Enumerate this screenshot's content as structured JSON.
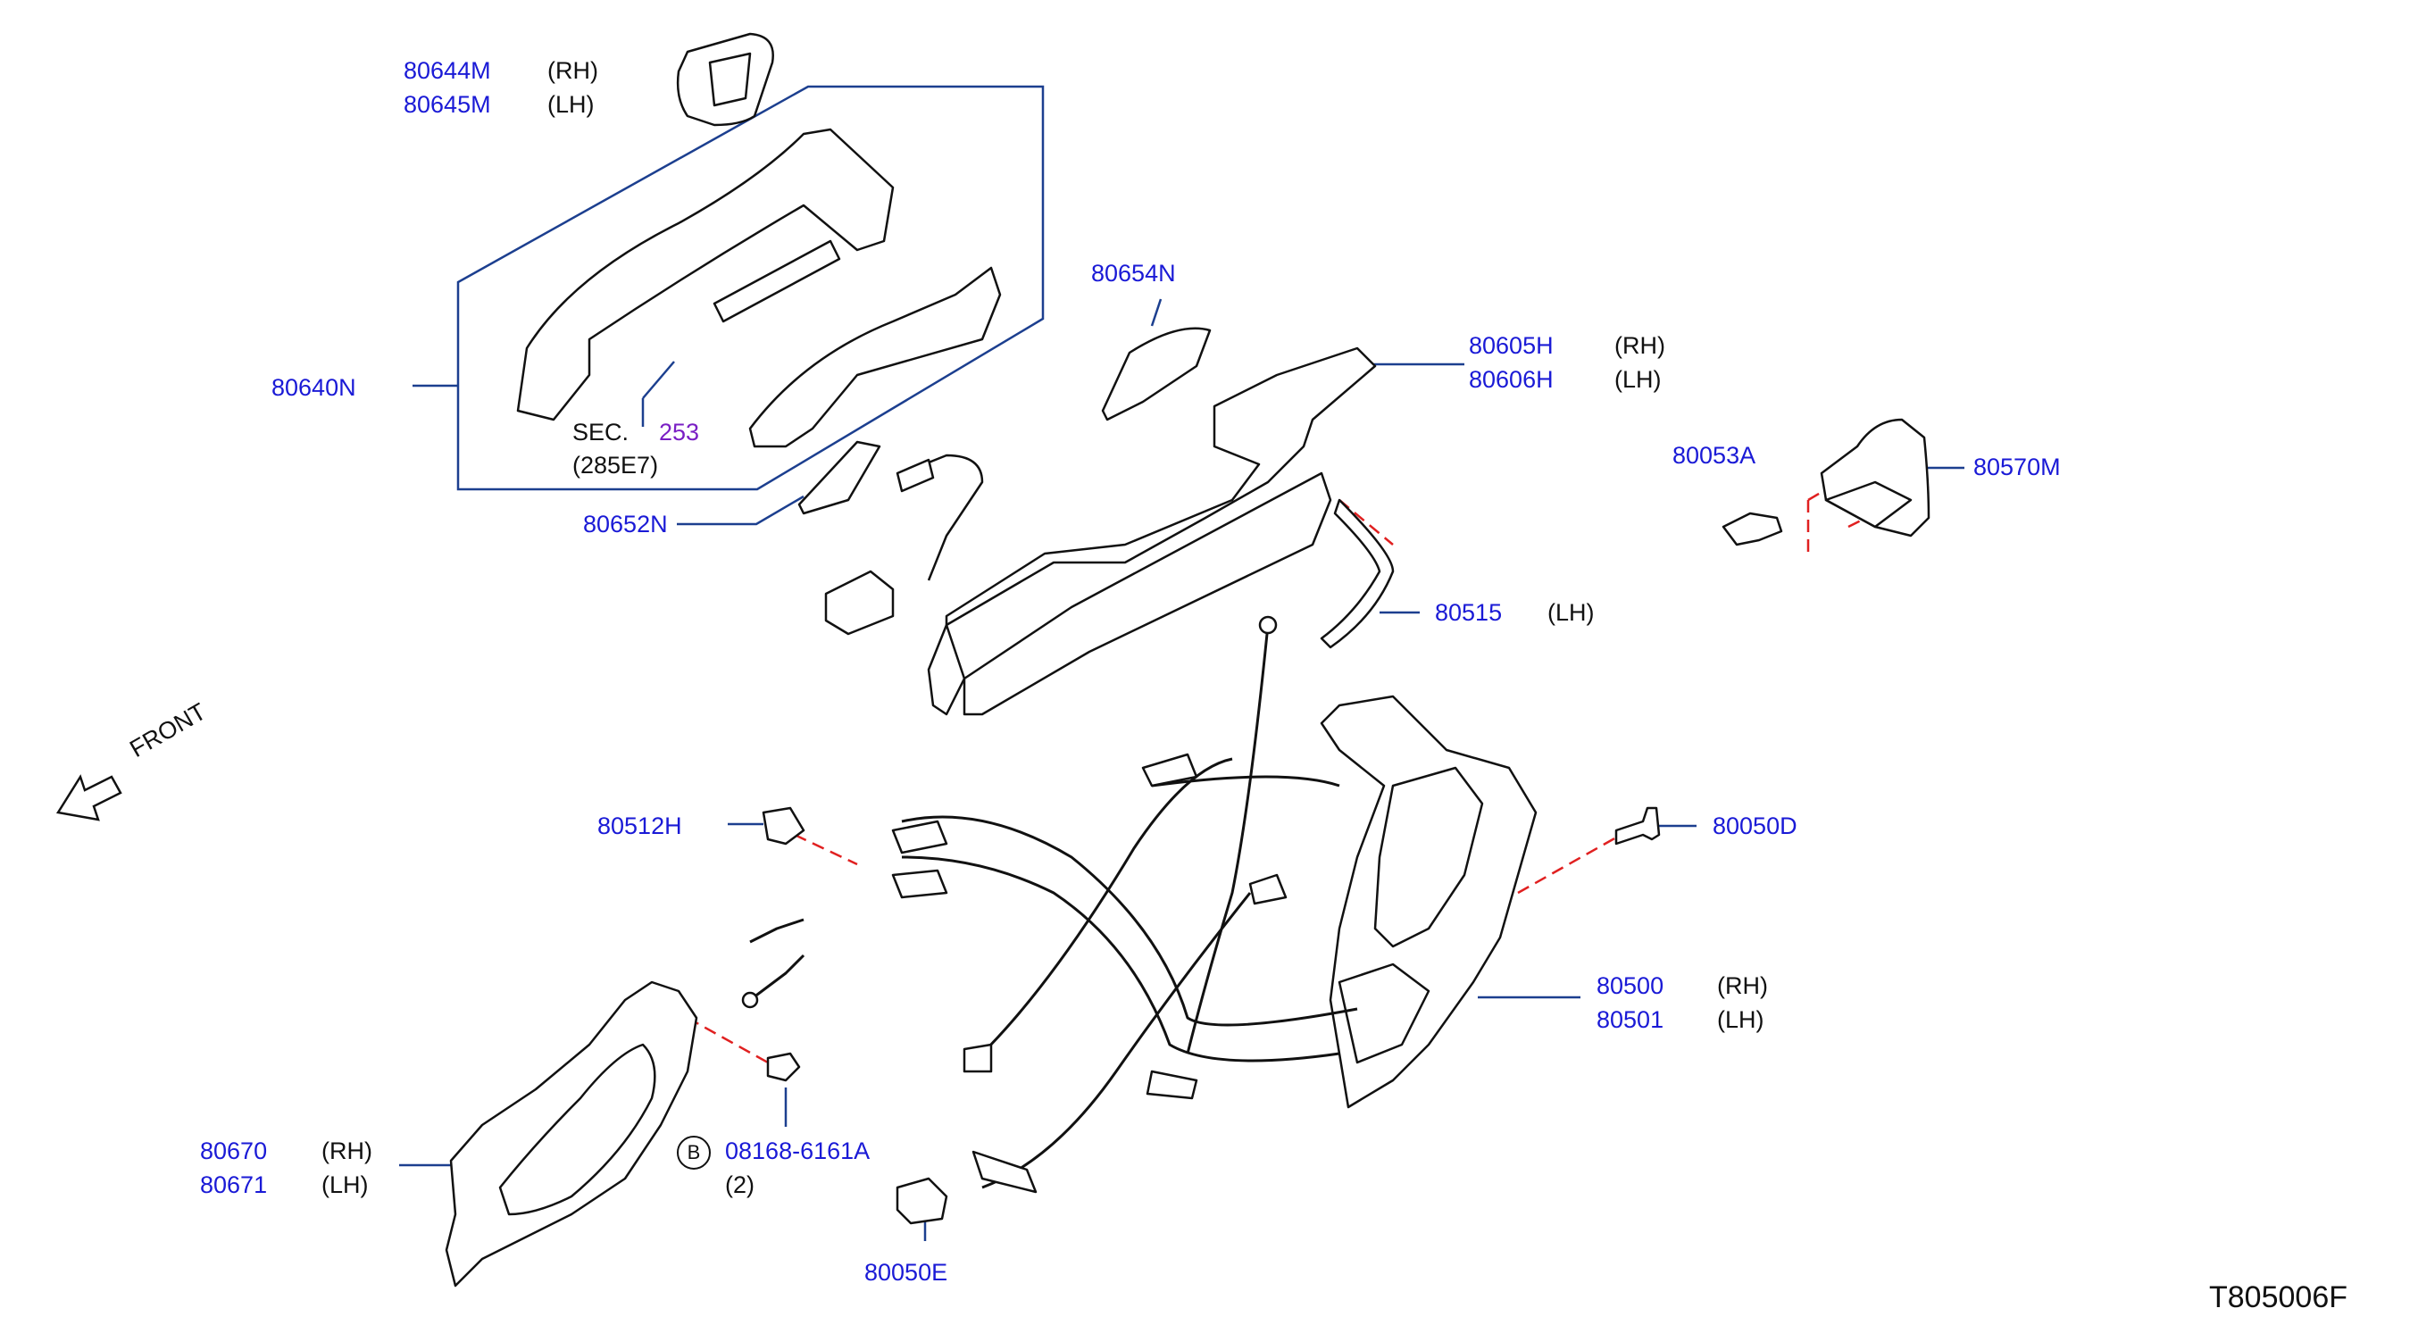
{
  "callouts": {
    "p80644M": "80644M",
    "p80645M": "80645M",
    "p80640N": "80640N",
    "p80652N": "80652N",
    "p80654N": "80654N",
    "p80605H": "80605H",
    "p80606H": "80606H",
    "p80053A": "80053A",
    "p80570M": "80570M",
    "p80515": "80515",
    "p80512H": "80512H",
    "p80050D": "80050D",
    "p80500": "80500",
    "p80501": "80501",
    "p80670": "80670",
    "p80671": "80671",
    "p08168": "08168-6161A",
    "p80050E": "80050E"
  },
  "sides": {
    "rh": "(RH)",
    "lh": "(LH)"
  },
  "sec": {
    "label": "SEC.",
    "number": "253",
    "ref": "(285E7)"
  },
  "bolt": {
    "badge": "B",
    "qty": "(2)"
  },
  "front": "FRONT",
  "drawing_code": "T805006F",
  "colors": {
    "part_number": "#1a1ad6",
    "leader": "#1c3f8f",
    "dashed_leader": "#e02020",
    "sec_number": "#7a1fc4",
    "drawing": "#111111"
  }
}
